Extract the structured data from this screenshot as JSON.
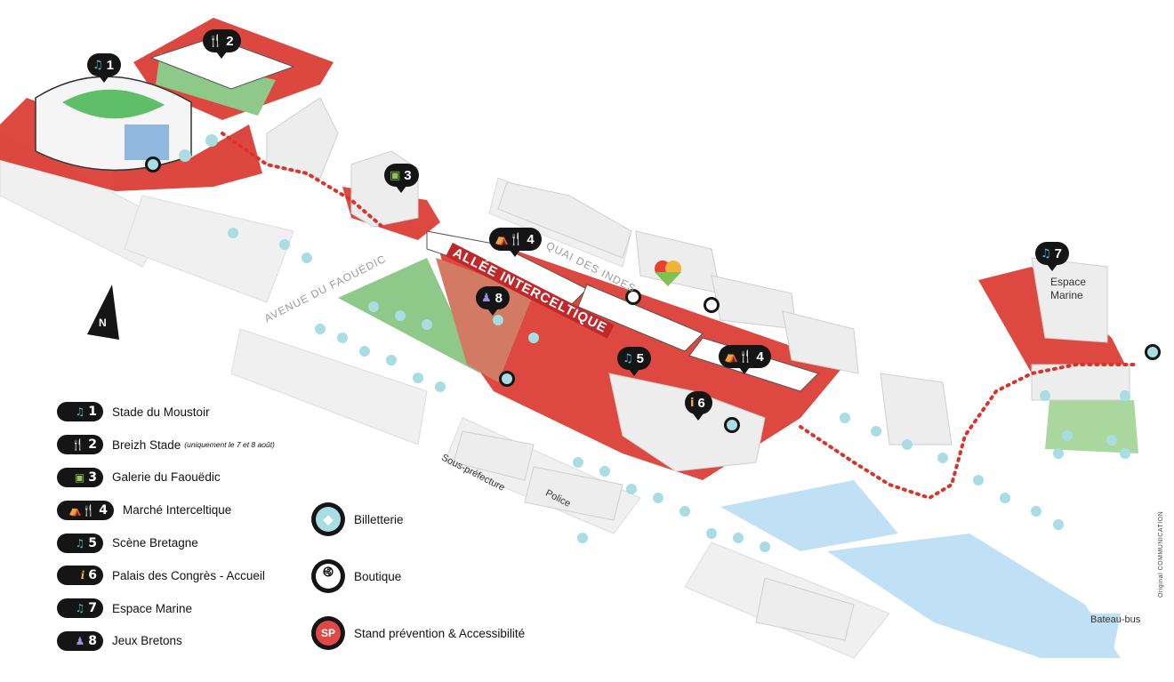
{
  "legend": [
    {
      "icon": "music-note-icon",
      "glyph": "♫",
      "color": "#4fc0c3",
      "number": "1",
      "label": "Stade du Moustoir"
    },
    {
      "icon": "fork-knife-icon",
      "glyph": "🍴",
      "color": "#f0b43c",
      "number": "2",
      "label": "Breizh Stade",
      "note": "(uniquement le 7 et 8 août)"
    },
    {
      "icon": "gallery-icon",
      "glyph": "▣",
      "color": "#8ec64e",
      "number": "3",
      "label": "Galerie du Faouëdic"
    },
    {
      "icon": "market-icon",
      "glyph": "⛺🍴",
      "color": "#e05050",
      "number": "4",
      "label": "Marché Interceltique"
    },
    {
      "icon": "music-note-icon",
      "glyph": "♫",
      "color": "#4fc0c3",
      "number": "5",
      "label": "Scène Bretagne"
    },
    {
      "icon": "info-icon",
      "glyph": "i",
      "color": "#f0b43c",
      "number": "6",
      "label": "Palais des Congrès - Accueil"
    },
    {
      "icon": "music-note-icon",
      "glyph": "♫",
      "color": "#4fc0c3",
      "number": "7",
      "label": "Espace Marine"
    },
    {
      "icon": "games-icon",
      "glyph": "♟",
      "color": "#9a8ee0",
      "number": "8",
      "label": "Jeux Bretons"
    }
  ],
  "services": [
    {
      "icon": "ticket-icon",
      "glyph": "◆",
      "color": "#6cc6c9",
      "label": "Billetterie"
    },
    {
      "icon": "triskel-icon",
      "glyph": "࿋",
      "color": "#151515",
      "label": "Boutique"
    },
    {
      "icon": "sp-icon",
      "glyph": "SP",
      "color": "#e04848",
      "label": "Stand prévention & Accessibilité"
    }
  ],
  "map": {
    "pins": [
      {
        "number": "1",
        "glyph": "♫",
        "color": "#4fc0c3"
      },
      {
        "number": "2",
        "glyph": "🍴",
        "color": "#f0b43c"
      },
      {
        "number": "3",
        "glyph": "▣",
        "color": "#8ec64e"
      },
      {
        "number": "4",
        "glyph": "⛺🍴",
        "color": "#e05050"
      },
      {
        "number": "4",
        "glyph": "⛺🍴",
        "color": "#e05050"
      },
      {
        "number": "5",
        "glyph": "♫",
        "color": "#4fc0c3"
      },
      {
        "number": "6",
        "glyph": "i",
        "color": "#f0b43c"
      },
      {
        "number": "7",
        "glyph": "♫",
        "color": "#4fc0c3"
      },
      {
        "number": "8",
        "glyph": "♟",
        "color": "#9a8ee0"
      }
    ],
    "labels": {
      "allee": "ALLÉE INTERCELTIQUE",
      "avenue": "AVENUE DU FAOUËDIC",
      "quai": "QUAI DES INDES",
      "sous_prefecture": "Sous-préfecture",
      "police": "Police",
      "espace_marine_1": "Espace",
      "espace_marine_2": "Marine",
      "bateau_bus": "Bateau-bus",
      "north": "N"
    },
    "credit": "Original COMMUNICATION",
    "colors": {
      "red": "#d9342b",
      "grass": "#8fc98a",
      "water": "#bfe0f5",
      "building": "#ededed",
      "tree": "#a8dde3"
    }
  }
}
